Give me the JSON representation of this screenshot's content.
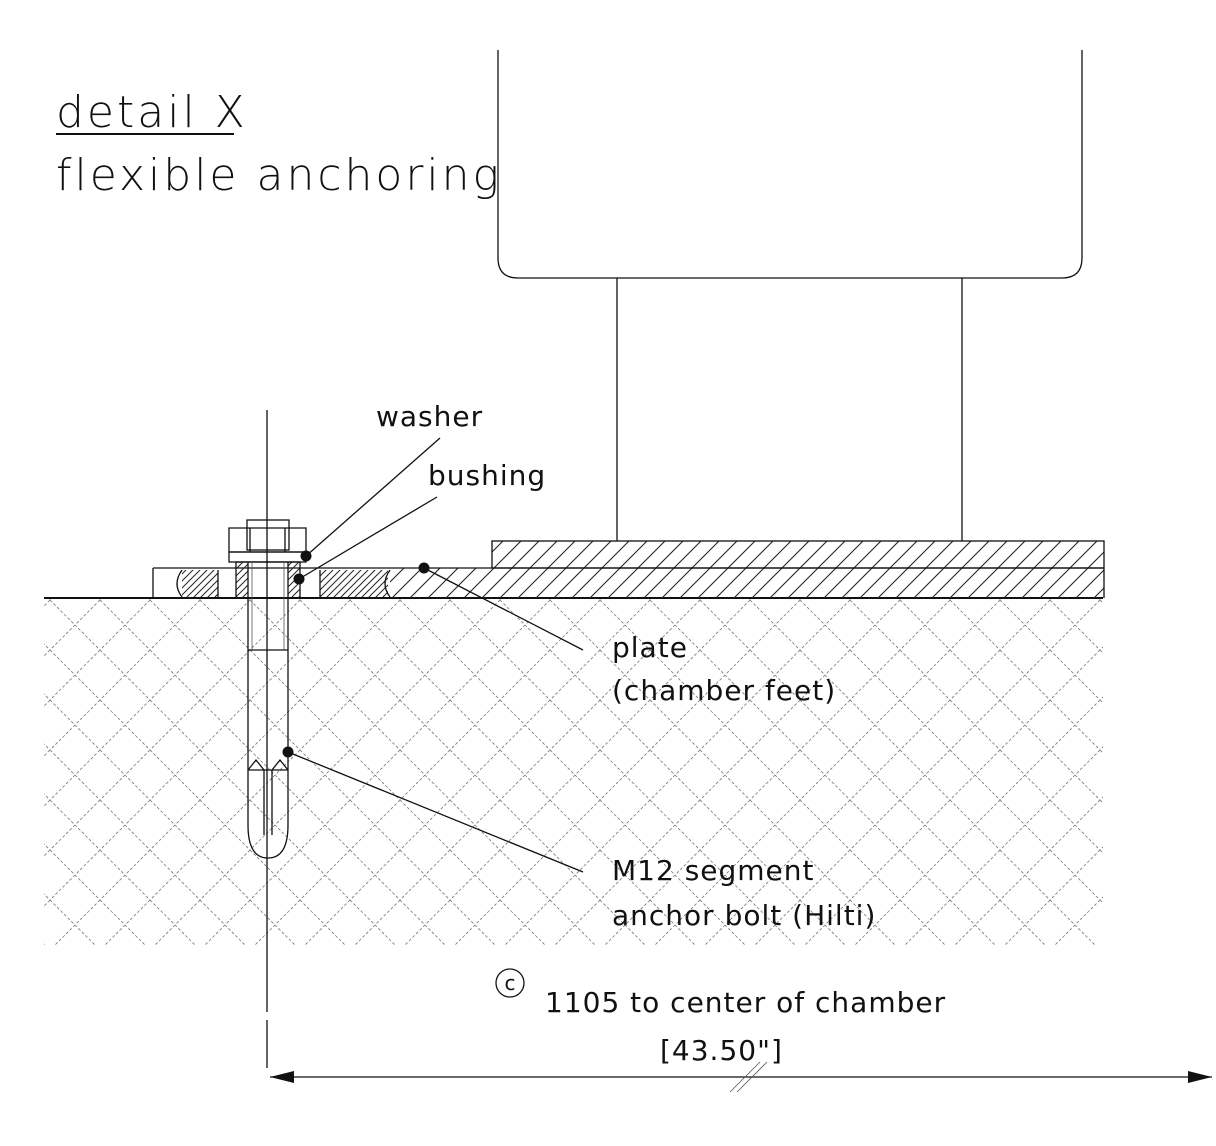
{
  "title": {
    "line1": "detail X",
    "line2": "flexible anchoring"
  },
  "labels": {
    "washer": "washer",
    "bushing": "bushing",
    "plate_line1": "plate",
    "plate_line2": "(chamber feet)",
    "anchor_line1": "M12 segment",
    "anchor_line2": "anchor bolt (Hilti)"
  },
  "dimension": {
    "center_symbol": "c",
    "text": "1105 to center of chamber",
    "imperial": "[43.50\"]"
  }
}
